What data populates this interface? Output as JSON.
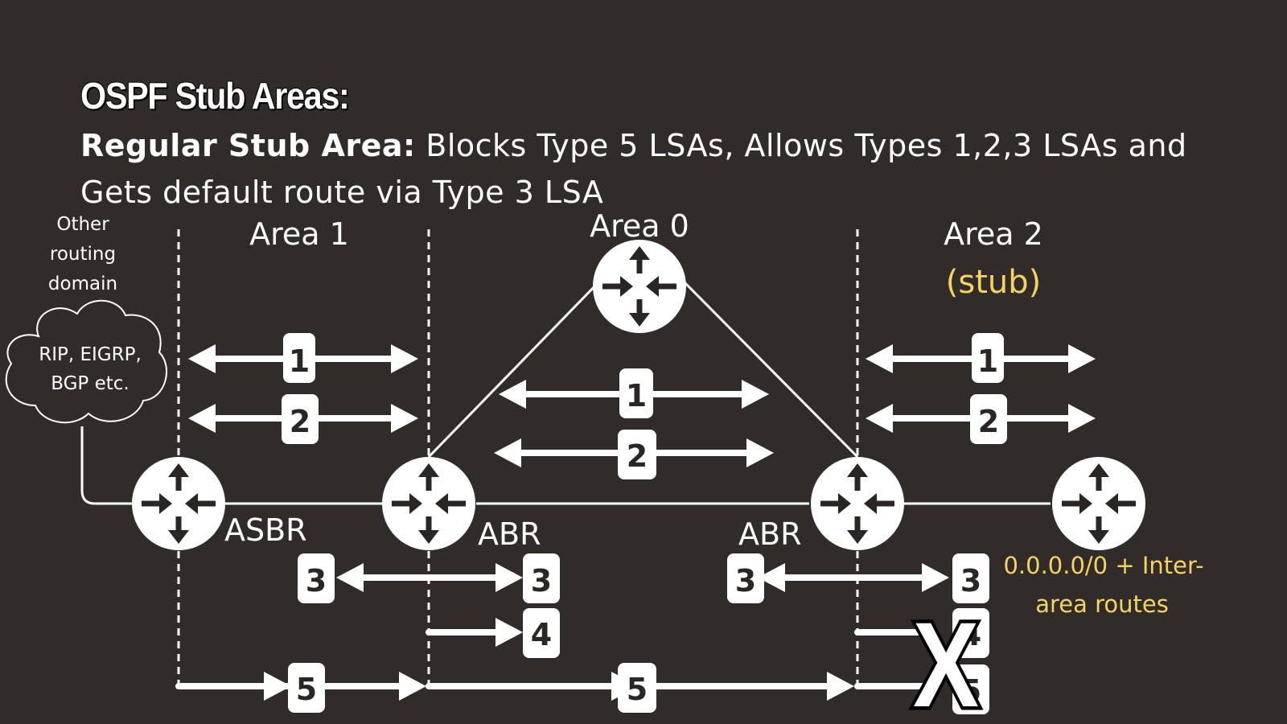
{
  "title": "OSPF  Stub Areas:",
  "subtitle": {
    "label": "Regular Stub Area:",
    "text": " Blocks Type 5 LSAs, Allows Types 1,2,3 LSAs and Gets default route via Type 3 LSA"
  },
  "areas": {
    "area1": "Area 1",
    "area0": "Area 0",
    "area2": "Area 2",
    "area2_type": "(stub)"
  },
  "external": {
    "caption_lines": [
      "Other",
      "routing",
      "domain"
    ],
    "cloud_lines": [
      "RIP, EIGRP,",
      "BGP etc."
    ]
  },
  "router_roles": {
    "asbr": "ASBR",
    "abr_left": "ABR",
    "abr_right": "ABR"
  },
  "lsa_badges": {
    "t1": "1",
    "t2": "2",
    "t3": "3",
    "t4": "4",
    "t5": "5"
  },
  "blocked_mark": "X",
  "default_route_lines": [
    "0.0.0.0/0 + Inter-",
    "area routes"
  ],
  "colors": {
    "background": "#312c2a",
    "foreground": "#ffffff",
    "accent": "#f4d35e",
    "ink": "#2a2624"
  }
}
